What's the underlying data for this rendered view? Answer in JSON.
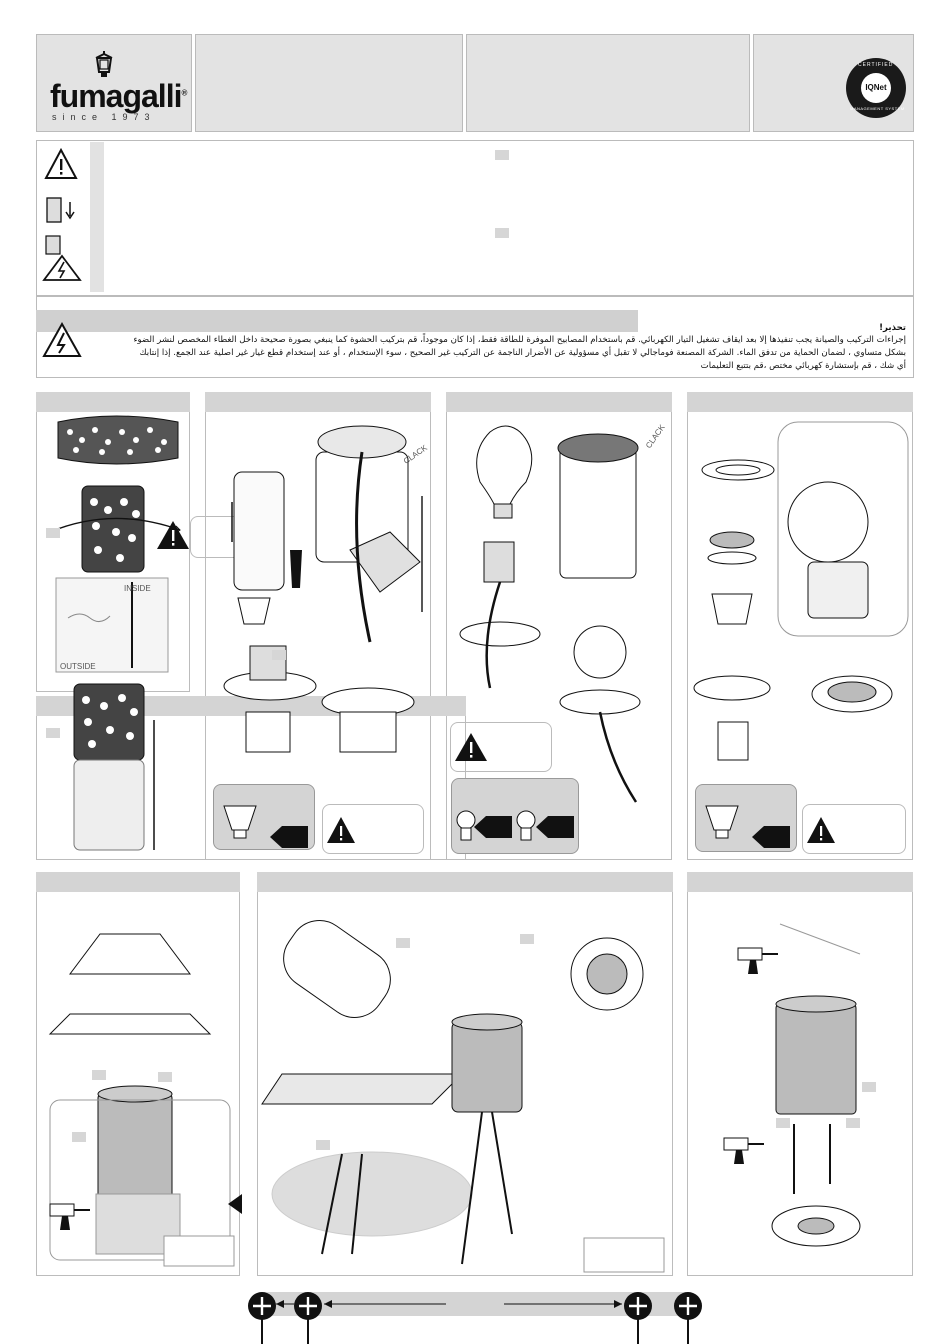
{
  "header": {
    "brand": "fumagalli",
    "registered": "®",
    "since": "since 1973",
    "cert_top": "CERTIFIED",
    "cert_center": "IQNet",
    "cert_bottom": "MANAGEMENT SYSTEM"
  },
  "warning": {
    "title": "تحذير!",
    "lines": [
      "إجراءات التركيب والصيانة يجب تنفيذها إلا بعد ايقاف تشغيل التيار الكهربائي. قم باستخدام المصابيح الموفرة للطاقة فقط، إذا كان موجوداً، قم بتركيب الحشوة كما ينبغي بصورة صحيحة داخل الغطاء المخصص لنشر الضوء",
      "بشكل متساوي ، لضمان الحماية من تدفق الماء. الشركة المصنعة فوماجالي لا تقبل أي مسؤولية عن الأضرار الناجمة عن التركيب غير الصحيح ، سوء الإستخدام ، أو عند إستخدام قطع غيار غير اصلية عند الجمع. إذا إنتابك",
      "أي شك ، قم بإستشارة كهربائي مختص ،قم بتتبع التعليمات"
    ]
  },
  "labels": {
    "inside": "INSIDE",
    "outside": "OUTSIDE",
    "clack_1": "CLACK",
    "clack_2": "CLACK"
  },
  "icons": [
    "warning-triangle-icon",
    "electric-shock-icon",
    "lamp-logo-icon",
    "plus-circle-icon"
  ],
  "colors": {
    "panel_header": "#d4d4d4",
    "header_bg": "#e3e3e3",
    "ink": "#222222"
  }
}
